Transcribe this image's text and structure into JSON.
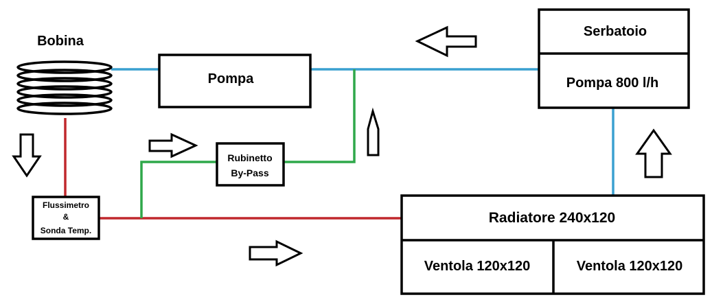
{
  "colors": {
    "cold_pipe": "#3aa0d0",
    "hot_pipe": "#c0282d",
    "bypass_pipe": "#2fa84a",
    "stroke": "#000000",
    "background": "#ffffff"
  },
  "labels": {
    "coil": "Bobina",
    "pump": "Pompa",
    "reservoir": "Serbatoio",
    "reservoir_pump": "Pompa 800 l/h",
    "valve_line1": "Rubinetto",
    "valve_line2": "By-Pass",
    "flow_line1": "Flussimetro",
    "flow_line2": "&",
    "flow_line3": "Sonda Temp.",
    "radiator": "Radiatore 240x120",
    "fan_left": "Ventola 120x120",
    "fan_right": "Ventola 120x120"
  },
  "icons": {
    "flow_arrow": "outline-block-arrow-icon",
    "coil": "coil-icon"
  }
}
